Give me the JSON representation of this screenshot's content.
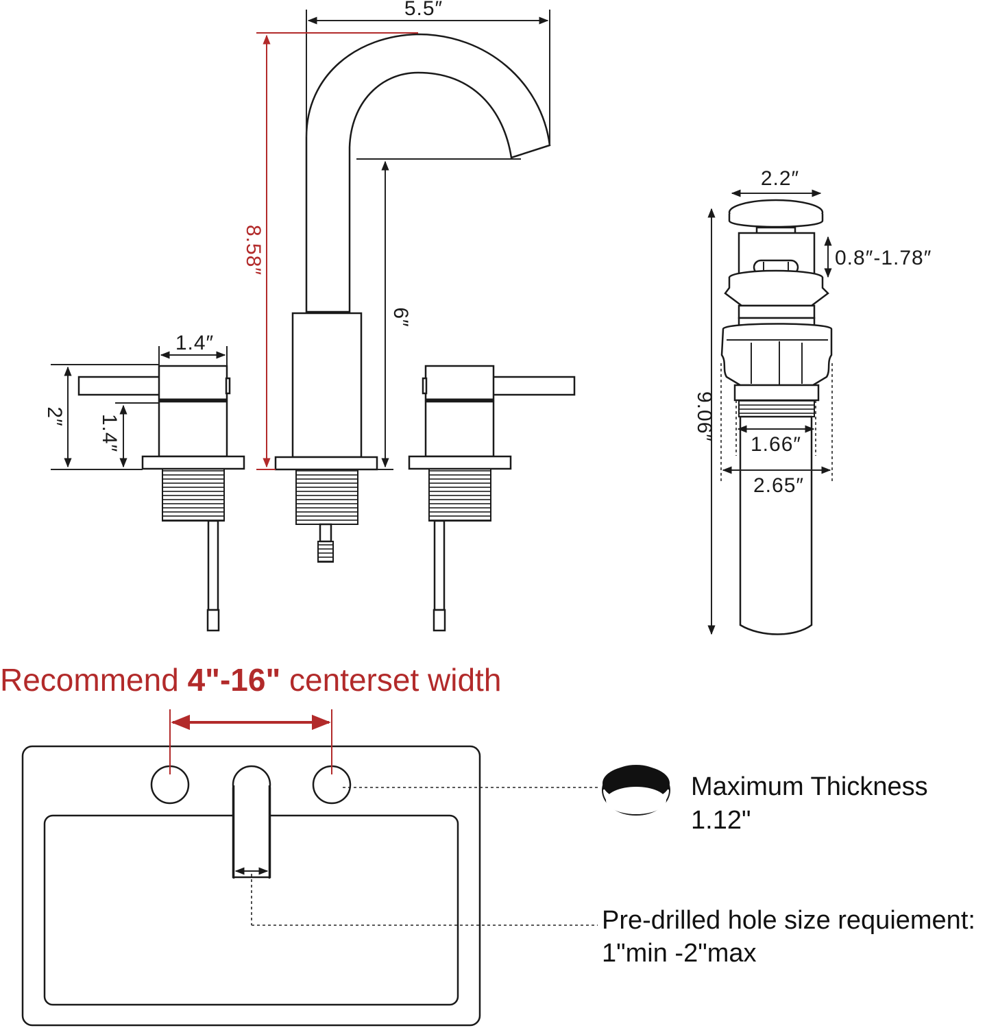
{
  "faucet": {
    "spout_width": "5.5″",
    "total_height": "8.58″",
    "spout_clearance": "6″",
    "handle_width": "1.4″",
    "handle_height": "2″",
    "handle_base_height": "1.4″"
  },
  "drain": {
    "top_diameter": "2.2″",
    "stroke_range": "0.8″-1.78″",
    "total_length": "9.06″",
    "thread_diameter": "1.66″",
    "flange_diameter": "2.65″"
  },
  "centerset": {
    "prefix": "Recommend ",
    "range": "4\"-16\"",
    "suffix": " centerset width"
  },
  "thickness": {
    "label": "Maximum Thickness",
    "value": "1.12\""
  },
  "hole_size": {
    "label": "Pre-drilled hole size requiement:",
    "value": "1\"min -2\"max"
  },
  "colors": {
    "accent": "#b22a2a",
    "line": "#1a1a1a"
  }
}
